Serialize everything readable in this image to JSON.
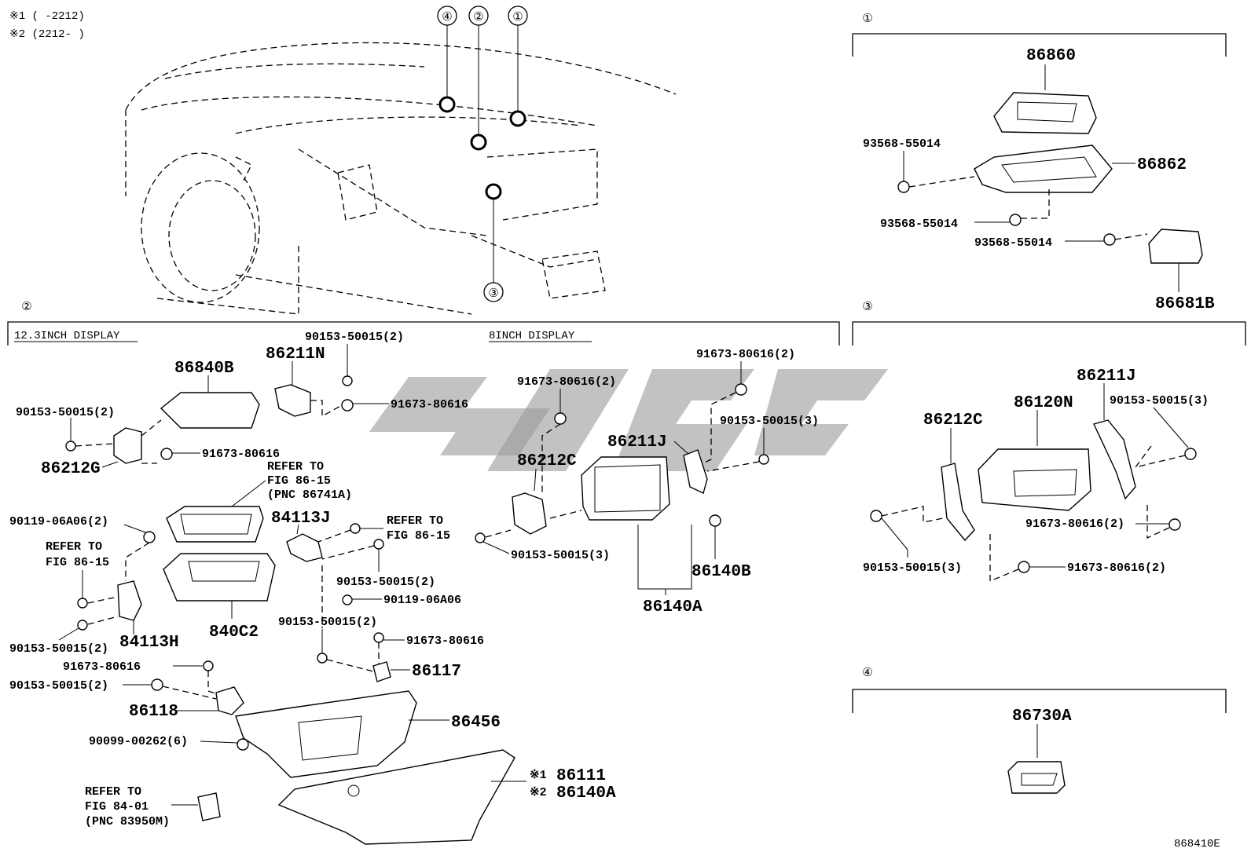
{
  "notes": {
    "n1": "※1 (     -2212)",
    "n2": "※2 (2212-     )"
  },
  "diagram_id": "868410E",
  "sections": {
    "s1": {
      "marker": "①"
    },
    "s2": {
      "marker": "②",
      "sub_left": "12.3INCH DISPLAY",
      "sub_right": "8INCH DISPLAY"
    },
    "s3": {
      "marker": "③"
    },
    "s4": {
      "marker": "④"
    }
  },
  "overview_markers": [
    "④",
    "②",
    "①",
    "③"
  ],
  "parts": {
    "p86860": "86860",
    "p86862": "86862",
    "p86681B": "86681B",
    "p93568_a": "93568-55014",
    "p93568_b": "93568-55014",
    "p93568_c": "93568-55014",
    "p86840B": "86840B",
    "p86211N": "86211N",
    "p86212G": "86212G",
    "p90153_2a": "90153-50015(2)",
    "p90153_2b": "90153-50015(2)",
    "p90153_2c": "90153-50015(2)",
    "p90153_2d": "90153-50015(2)",
    "p90153_2e": "90153-50015(2)",
    "p90153_2f": "90153-50015(2)",
    "p91673_a": "91673-80616",
    "p91673_b": "91673-80616",
    "p91673_c": "91673-80616",
    "p91673_d": "91673-80616",
    "p84113J": "84113J",
    "p84113H": "84113H",
    "p840C2": "840C2",
    "p90119_2": "90119-06A06(2)",
    "p90119": "90119-06A06",
    "p86117": "86117",
    "p86118": "86118",
    "p86456": "86456",
    "p90099": "90099-00262(6)",
    "p86111": "86111",
    "p86140A_b": "86140A",
    "p91673_2a": "91673-80616(2)",
    "p91673_2b": "91673-80616(2)",
    "p86212C": "86212C",
    "p86211J": "86211J",
    "p90153_3a": "90153-50015(3)",
    "p90153_3b": "90153-50015(3)",
    "p86140B": "86140B",
    "p86140A": "86140A",
    "p86211J_s3": "86211J",
    "p86212C_s3": "86212C",
    "p86120N": "86120N",
    "p90153_3c": "90153-50015(3)",
    "p90153_3d": "90153-50015(3)",
    "p91673_2c": "91673-80616(2)",
    "p91673_2d": "91673-80616(2)",
    "p86730A": "86730A",
    "mark1": "※1",
    "mark2": "※2"
  },
  "refs": {
    "r1": [
      "REFER TO",
      "FIG 86-15",
      "(PNC 86741A)"
    ],
    "r2": [
      "REFER TO",
      "FIG 86-15"
    ],
    "r3": [
      "REFER TO",
      "FIG 86-15"
    ],
    "r4": [
      "REFER TO",
      "FIG 84-01",
      "(PNC 83950M)"
    ]
  }
}
